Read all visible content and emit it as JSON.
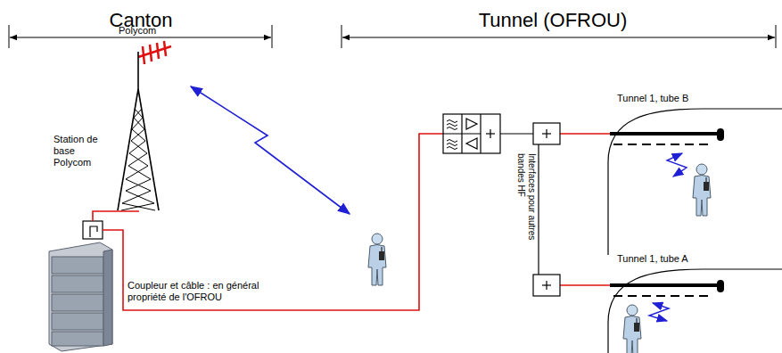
{
  "diagram": {
    "nodes": [
      {
        "text": [
          "Tunnel 1, tube B"
        ]
      },
      {
        "text": [
          "Tunnel 1, tube A"
        ]
      }
    ],
    "labels": [
      "Canton",
      "Tunnel (OFROU)",
      "Polycom",
      "Station de base Polycom",
      "Coupleur et câble : en général propriété de l'OFROU",
      "Interfaces pour autres bandes HF"
    ]
  }
}
